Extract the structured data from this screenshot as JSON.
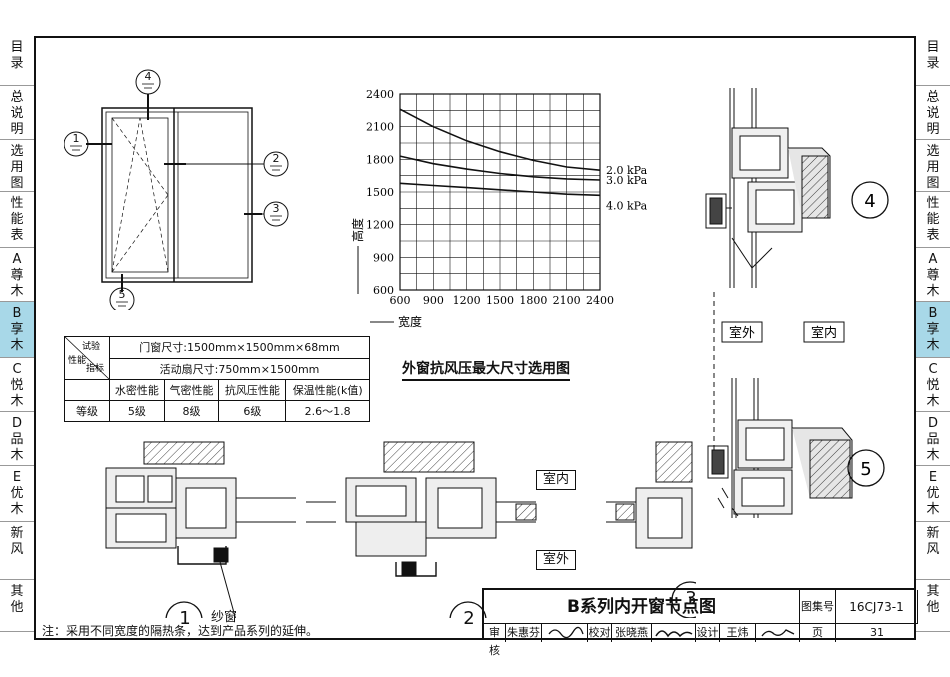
{
  "nav": {
    "left": [
      "目录",
      "总说明",
      "选用图",
      "性能表",
      "A尊木",
      "B享木",
      "C悦木",
      "D品木",
      "E优木",
      "新风",
      "其他"
    ],
    "right": [
      "目录",
      "总说明",
      "选用图",
      "性能表",
      "A尊木",
      "B享木",
      "C悦木",
      "D品木",
      "E优木",
      "新风",
      "其他"
    ],
    "active_index": 5,
    "active_color": "#a8d8e8"
  },
  "elevation": {
    "callouts": [
      "1",
      "2",
      "3",
      "4",
      "5"
    ]
  },
  "chart_data": {
    "type": "line",
    "x": [
      600,
      900,
      1200,
      1500,
      1800,
      2100,
      2400
    ],
    "xlim": [
      600,
      2400
    ],
    "ylim": [
      600,
      2400
    ],
    "xticks": [
      "600",
      "900",
      "1200",
      "1500",
      "1800",
      "2100",
      "2400"
    ],
    "yticks": [
      "600",
      "900",
      "1200",
      "1500",
      "1800",
      "2100",
      "2400"
    ],
    "xlabel": "宽度",
    "ylabel": "高度",
    "title": "外窗抗风压最大尺寸选用图",
    "grid": true,
    "series": [
      {
        "name": "2.0 kPa",
        "values": [
          2260,
          2100,
          1970,
          1870,
          1790,
          1730,
          1700
        ]
      },
      {
        "name": "3.0 kPa",
        "values": [
          1830,
          1760,
          1710,
          1670,
          1640,
          1620,
          1610
        ]
      },
      {
        "name": "4.0 kPa",
        "values": [
          1580,
          1560,
          1540,
          1520,
          1500,
          1480,
          1470
        ]
      }
    ]
  },
  "performance": {
    "corner_labels": [
      "试验",
      "指标",
      "性能"
    ],
    "window_size": "门窗尺寸:1500mm×1500mm×68mm",
    "sash_size": "活动扇尺寸:750mm×1500mm",
    "headers": [
      "水密性能",
      "气密性能",
      "抗风压性能",
      "保温性能(k值)"
    ],
    "grade_label": "等级",
    "grades": [
      "5级",
      "8级",
      "6级",
      "2.6～1.8"
    ]
  },
  "details": {
    "labels": {
      "indoor": "室内",
      "outdoor": "室外",
      "screen": "纱窗"
    },
    "numbers": [
      "1",
      "2",
      "3",
      "4",
      "5"
    ]
  },
  "note": "注：采用不同宽度的隔热条，达到产品系列的延伸。",
  "titleblock": {
    "title": "B系列内开窗节点图",
    "atlas_label": "图集号",
    "atlas_no": "16CJ73-1",
    "page_label": "页",
    "page_no": "31",
    "reviewer_label": "审核",
    "reviewer": "朱惠芬",
    "checker_label": "校对",
    "checker": "张晓燕",
    "designer_label": "设计",
    "designer": "王炜"
  }
}
